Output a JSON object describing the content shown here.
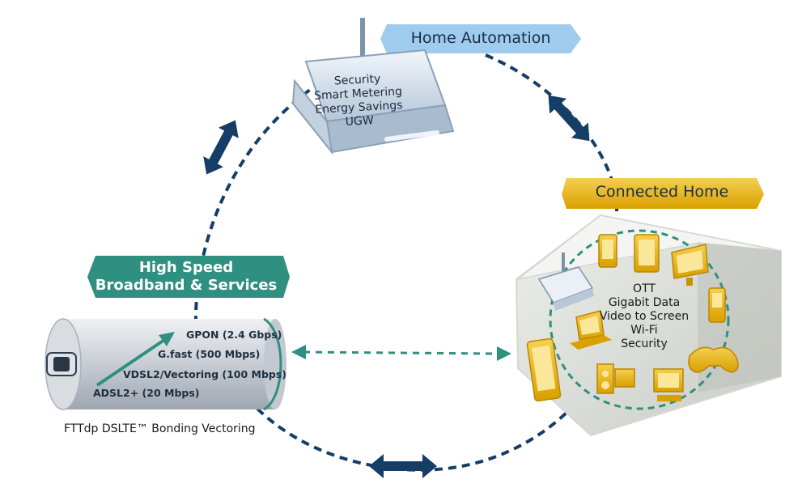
{
  "banners": {
    "home_automation": "Home Automation",
    "connected_home": "Connected Home",
    "high_speed_line1": "High Speed",
    "high_speed_line2": "Broadband & Services"
  },
  "gateway_lines": [
    "Security",
    "Smart Metering",
    "Energy Savings",
    "UGW"
  ],
  "house_lines": [
    "OTT",
    "Gigabit Data",
    "Video to Screen",
    "Wi-Fi",
    "Security"
  ],
  "tube_labels": {
    "gpon": "GPON (2.4 Gbps)",
    "gfast": "G.fast (500 Mbps)",
    "vdsl": "VDSL2/Vectoring (100 Mbps)",
    "adsl": "ADSL2+ (20 Mbps)"
  },
  "bottom_caption": "FTTdp  DSLTE™  Bonding  Vectoring",
  "colors": {
    "navy": "#153e66",
    "light_blue": "#9ecbee",
    "gold": "#e7a900",
    "teal": "#2f8f80",
    "tube_grey": "#c9ced6"
  }
}
